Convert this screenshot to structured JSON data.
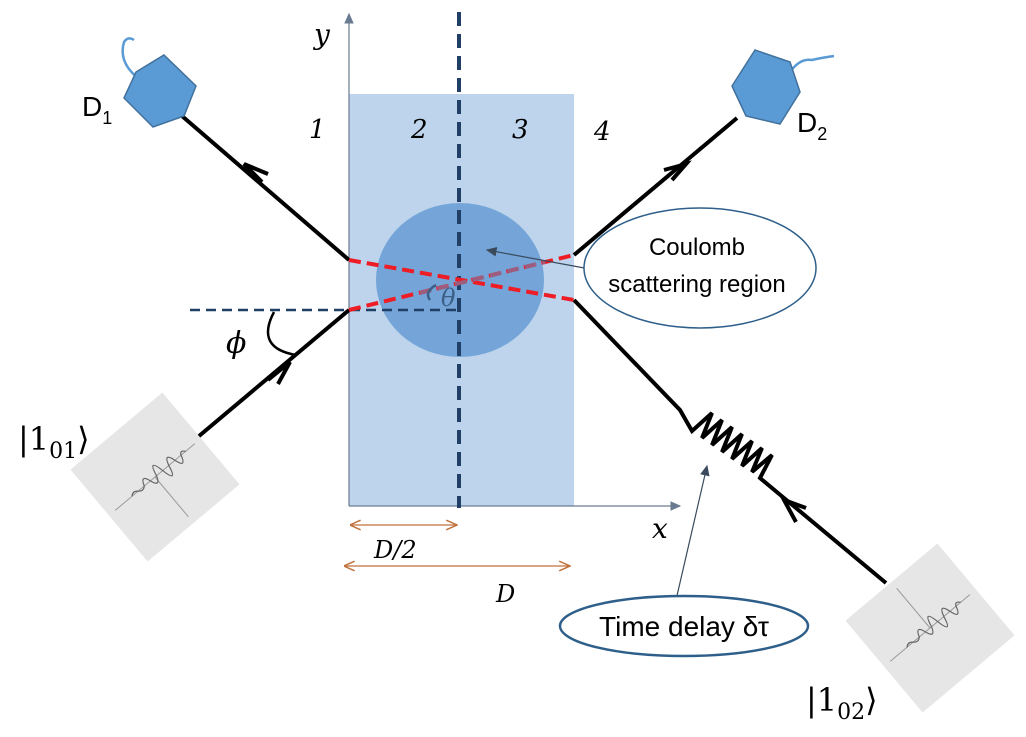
{
  "axes": {
    "x_label": "x",
    "y_label": "y"
  },
  "regions": [
    "1",
    "2",
    "3",
    "4"
  ],
  "detectors": {
    "d1_letter": "D",
    "d1_sub": "1",
    "d2_letter": "D",
    "d2_sub": "2"
  },
  "angles": {
    "phi": "ϕ",
    "theta": "θ"
  },
  "dimensions": {
    "half_width": "D/2",
    "full_width": "D"
  },
  "callouts": {
    "coulomb_line1": "Coulomb",
    "coulomb_line2": "scattering region",
    "time_delay": "Time delay δτ"
  },
  "states": {
    "input1_pre": "|1",
    "input1_sub": "01",
    "input1_post": "⟩",
    "input2_pre": "|1",
    "input2_sub": "02",
    "input2_post": "⟩"
  },
  "colors": {
    "slab": "#bdd4ec",
    "scatter_region": "#6b9fd6",
    "detector": "#5b9bd5",
    "scatter_path": "#ee1c24",
    "axis_dashed": "#1f3f66",
    "dimension_arrow": "#c0703a",
    "source_box": "#e6e6e6",
    "callout_border": "#2e5f8a"
  }
}
